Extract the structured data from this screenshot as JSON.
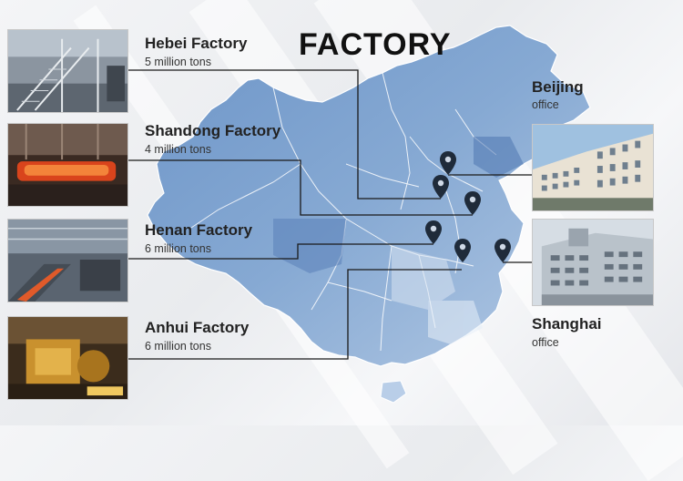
{
  "title": "FACTORY",
  "factories": [
    {
      "name": "Hebei Factory",
      "capacity": "5 million tons",
      "photo": "steel-stair-interior"
    },
    {
      "name": "Shandong Factory",
      "capacity": "4 million tons",
      "photo": "hot-steel-slabs"
    },
    {
      "name": "Henan Factory",
      "capacity": "6 million tons",
      "photo": "rolling-mill-line"
    },
    {
      "name": "Anhui Factory",
      "capacity": "6 million tons",
      "photo": "mill-machinery"
    }
  ],
  "offices": [
    {
      "name": "Beijing",
      "caption": "office",
      "photo": "office-building"
    },
    {
      "name": "Shanghai",
      "caption": "office",
      "photo": "office-building"
    }
  ],
  "map": {
    "icon": "location-pin-icon",
    "pin_count": 6
  },
  "colors": {
    "map_blue": "#7aa1cf",
    "map_dark": "#5f87bd",
    "map_light": "#c3d6ec",
    "line": "#1a1a1a",
    "pin": "#1f2b3a"
  }
}
